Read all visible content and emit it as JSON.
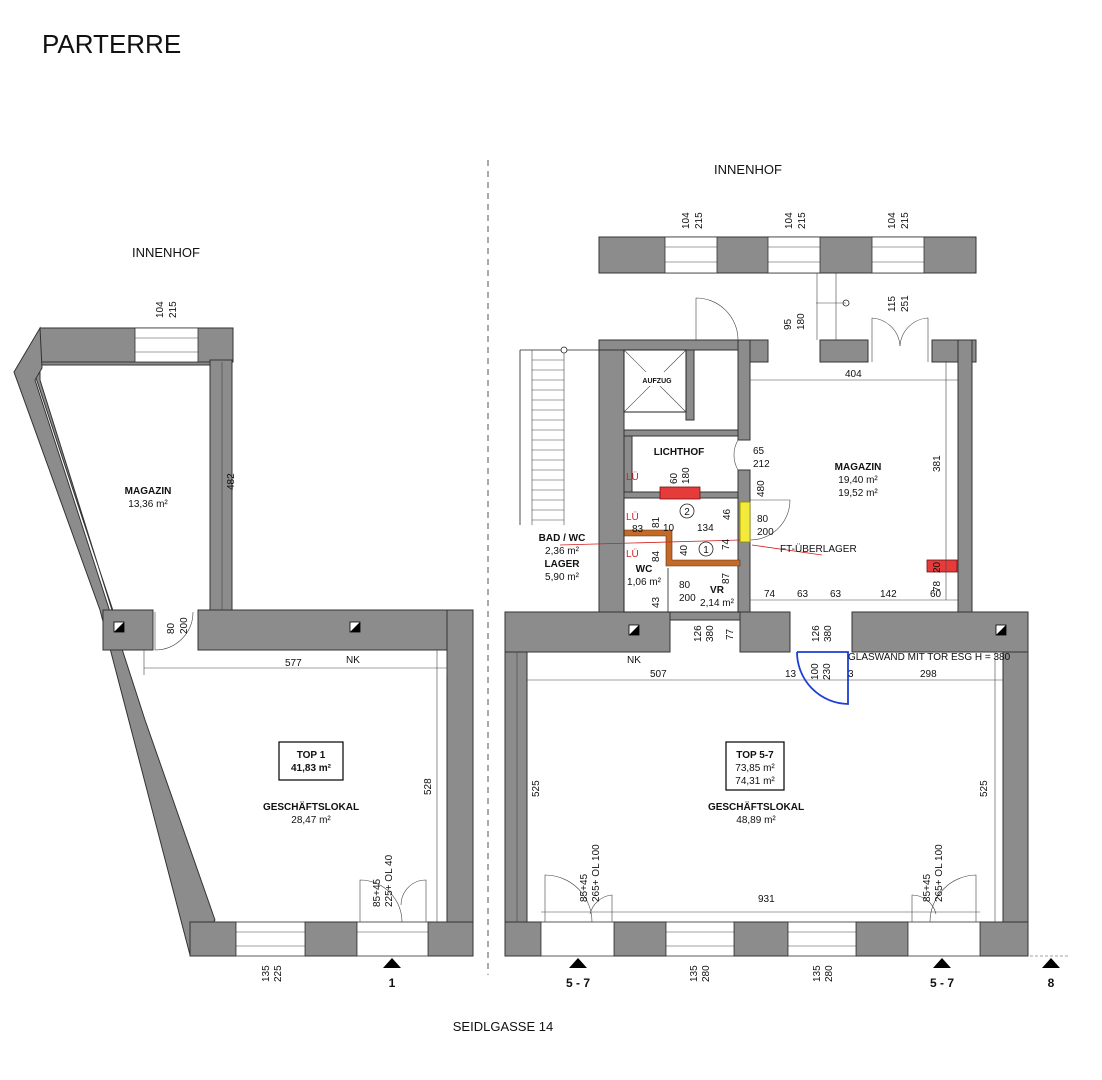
{
  "title": "PARTERRE",
  "street": "SEIDLGASSE 14",
  "left_building": {
    "courtyard": "INNENHOF",
    "magazin": {
      "name": "MAGAZIN",
      "area": "13,36 m²"
    },
    "top": {
      "name": "TOP 1",
      "area": "41,83 m²"
    },
    "shop": {
      "name": "GESCHÄFTSLOKAL",
      "area": "28,47 m²"
    },
    "nk": "NK",
    "entrance": "1",
    "dims": {
      "win_top_a": "104",
      "win_top_b": "215",
      "mag_height": "482",
      "door_a": "80",
      "door_b": "200",
      "shop_width": "577",
      "shop_height": "528",
      "entry_a": "85+45",
      "entry_b": "225+ OL 40",
      "win_bot_a": "135",
      "win_bot_b": "225"
    }
  },
  "right_building": {
    "courtyard": "INNENHOF",
    "elevator": "AUFZUG",
    "lichthof": "LICHTHOF",
    "magazin": {
      "name": "MAGAZIN",
      "area1": "19,40 m²",
      "area2": "19,52 m²"
    },
    "bad": {
      "name": "BAD / WC",
      "area": "2,36 m²",
      "name2": "LAGER",
      "area2": "5,90 m²"
    },
    "wc": {
      "name": "WC",
      "area": "1,06 m²"
    },
    "vr": {
      "name": "VR",
      "area": "2,14 m²"
    },
    "top": {
      "name": "TOP 5-7",
      "area1": "73,85 m²",
      "area2": "74,31 m²"
    },
    "shop": {
      "name": "GESCHÄFTSLOKAL",
      "area": "48,89 m²"
    },
    "nk": "NK",
    "glaswand": "GLASWAND MIT TOR ESG  H = 380",
    "ft": "FT-ÜBERLAGER",
    "lu1": "LÜ",
    "lu2": "LÜ",
    "lu3": "LÜ",
    "circle1": "1",
    "circle2": "2",
    "entrance_a": "5 - 7",
    "entrance_b": "5 - 7",
    "entrance_c": "8",
    "dims": {
      "win1_a": "104",
      "win1_b": "215",
      "win2_a": "104",
      "win2_b": "215",
      "win3_a": "104",
      "win3_b": "215",
      "door_a": "95",
      "door_b": "180",
      "door2_a": "115",
      "door2_b": "251",
      "mag_width": "404",
      "mag_height": "381",
      "d65": "65",
      "d212": "212",
      "d60": "60",
      "d180": "180",
      "d480": "480",
      "d46": "46",
      "d80": "80",
      "d200": "200",
      "d83": "83",
      "d81": "81",
      "d10": "10",
      "d134": "134",
      "d40": "40",
      "d84": "84",
      "d74": "74",
      "d43": "43",
      "d80b": "80",
      "d200b": "200",
      "d87": "87",
      "b74": "74",
      "b63": "63",
      "b63b": "63",
      "b142": "142",
      "b60": "60",
      "d20": "20",
      "d78": "78",
      "p126": "126",
      "p380": "380",
      "p77": "77",
      "p126b": "126",
      "p380b": "380",
      "s507": "507",
      "s13": "13",
      "s100": "100",
      "s230": "230",
      "s3": "3",
      "s298": "298",
      "s525a": "525",
      "s525b": "525",
      "e1a": "85+45",
      "e1b": "265+ OL 100",
      "e2a": "85+45",
      "e2b": "265+ OL 100",
      "s931": "931",
      "w1a": "135",
      "w1b": "280",
      "w2a": "135",
      "w2b": "280"
    }
  }
}
